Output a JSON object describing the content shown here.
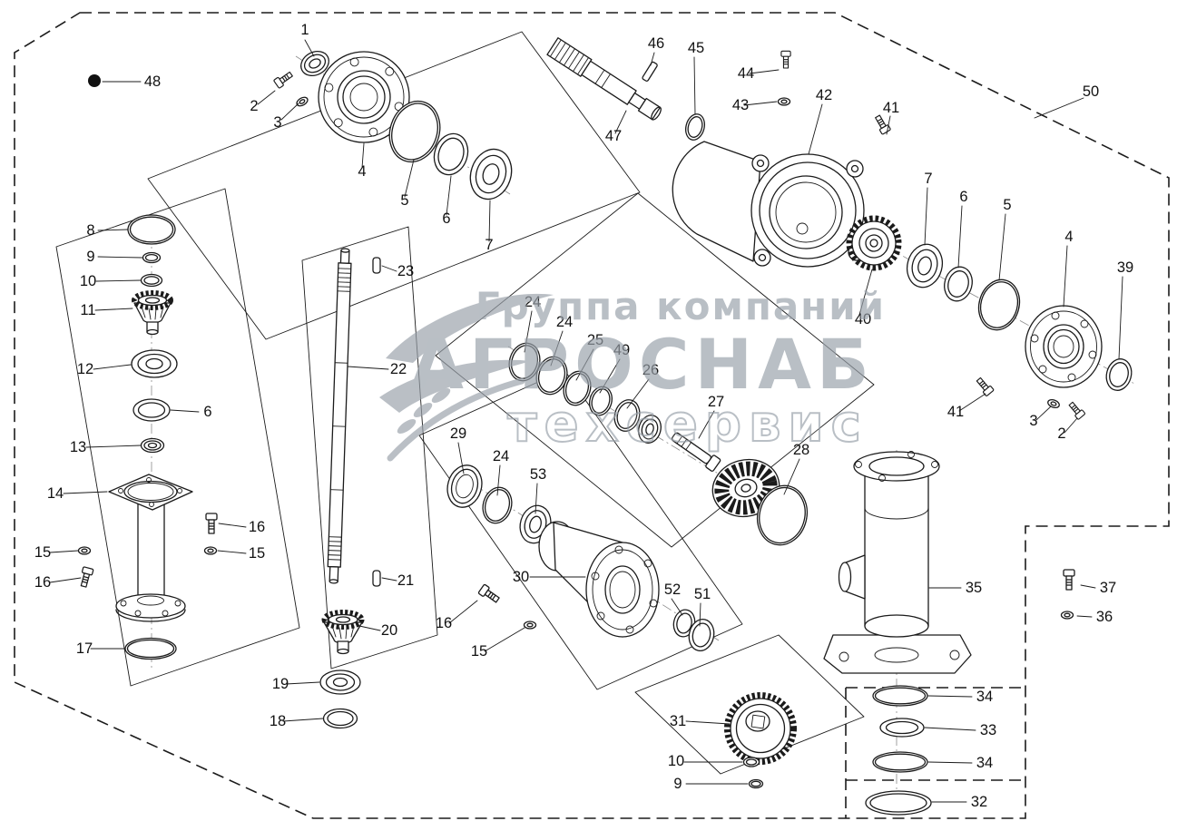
{
  "watermark": {
    "line1": "Группа компаний",
    "line2": "АГРОСНАБ",
    "line3": "техсервис"
  },
  "labels": [
    "1",
    "48",
    "2",
    "3",
    "4",
    "5",
    "6",
    "7",
    "46",
    "45",
    "47",
    "44",
    "43",
    "42",
    "41",
    "50",
    "7",
    "6",
    "5",
    "4",
    "39",
    "40",
    "41",
    "3",
    "2",
    "8",
    "9",
    "10",
    "11",
    "12",
    "6",
    "13",
    "14",
    "15",
    "16",
    "16",
    "15",
    "17",
    "23",
    "22",
    "21",
    "20",
    "19",
    "18",
    "24",
    "24",
    "25",
    "49",
    "26",
    "27",
    "28",
    "29",
    "24",
    "53",
    "30",
    "16",
    "15",
    "52",
    "51",
    "35",
    "37",
    "36",
    "34",
    "33",
    "34",
    "32",
    "31",
    "10",
    "9"
  ],
  "colors": {
    "line": "#1b1b1b",
    "watermark": "#99a1aa",
    "background": "#ffffff"
  }
}
